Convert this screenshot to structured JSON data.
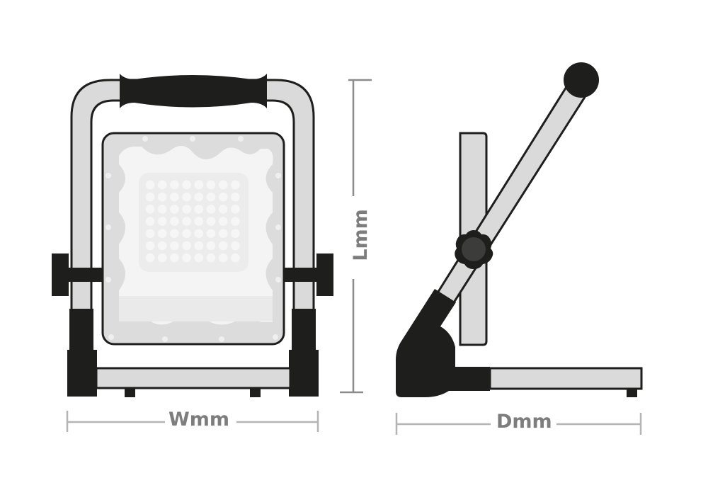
{
  "title": "Portable LED work light dimension diagram",
  "views": {
    "front": {
      "name": "front-view"
    },
    "side": {
      "name": "side-view"
    }
  },
  "dimensions": {
    "width": {
      "label": "Wmm"
    },
    "length": {
      "label": "Lmm"
    },
    "depth": {
      "label": "Dmm"
    }
  },
  "led_grid": {
    "rows": 7,
    "cols": 8
  },
  "colors": {
    "outline": "#1e1e1c",
    "frame_fill": "#dadada",
    "panel_fill": "#dcdcdc",
    "lens_fill": "#f4f4f4",
    "led_bg": "#ececec",
    "dimension_line": "#b4b4b4",
    "dimension_text": "#7d7d7d",
    "knob_center": "#3c3c3b"
  }
}
